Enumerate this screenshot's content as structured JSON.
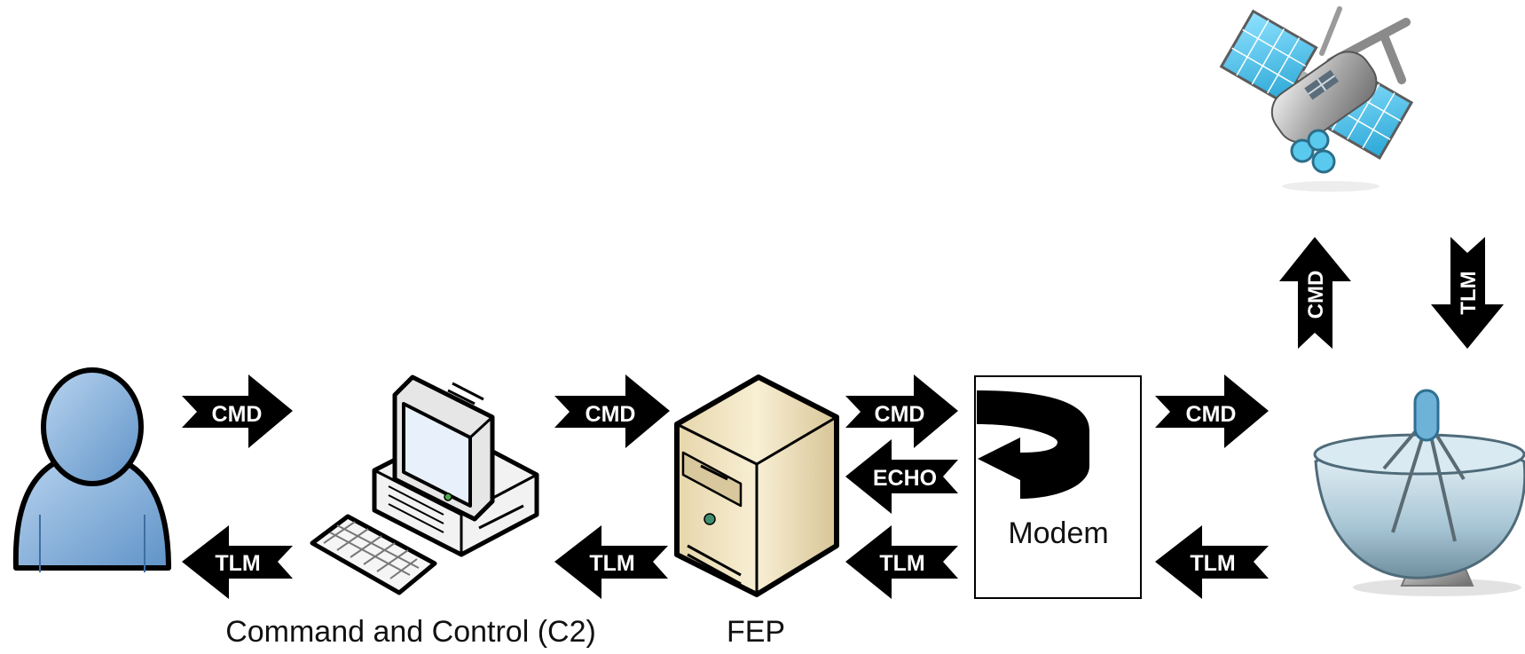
{
  "arrows": {
    "user_cmd": "CMD",
    "user_tlm": "TLM",
    "c2_cmd": "CMD",
    "c2_tlm": "TLM",
    "fep_cmd": "CMD",
    "fep_echo": "ECHO",
    "fep_tlm": "TLM",
    "modem_cmd": "CMD",
    "modem_tlm": "TLM",
    "uplink_cmd": "CMD",
    "downlink_tlm": "TLM"
  },
  "labels": {
    "c2": "Command and Control (C2)",
    "fep": "FEP",
    "modem": "Modem"
  },
  "colors": {
    "arrow": "#000000",
    "arrow_text": "#ffffff",
    "user_fill": "#8fb8e0",
    "server_fill": "#efe3c2",
    "panel_blue": "#4fc3e8"
  }
}
